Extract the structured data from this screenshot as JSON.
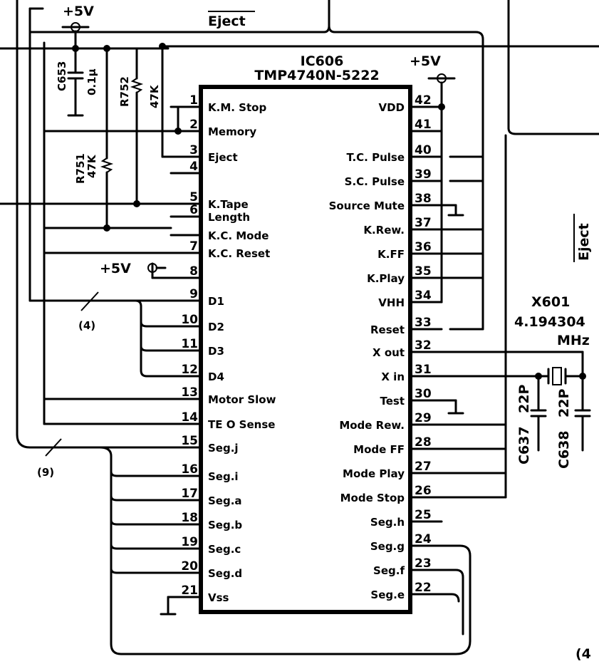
{
  "ic": {
    "ref": "IC606",
    "part": "TMP4740N-5222"
  },
  "power": {
    "vcc_top": "+5V",
    "vcc_right": "+5V",
    "vcc_left": "+5V"
  },
  "eject_top": "Eject",
  "eject_side": "Eject",
  "components": {
    "c653_ref": "C653",
    "c653_val": "0.1μ",
    "r752_ref": "R752",
    "r752_val": "47K",
    "r751_ref": "R751",
    "r751_val": "47K",
    "c637_ref": "C637",
    "c637_val": "22P",
    "c638_ref": "C638",
    "c638_val": "22P",
    "x601_ref": "X601",
    "x601_freq": "4.194304",
    "x601_unit": "MHz"
  },
  "bus": {
    "label_4": "(4)",
    "label_9": "(9)",
    "label_edge": "(4"
  },
  "left_pins": [
    {
      "num": "1",
      "name": "K.M. Stop"
    },
    {
      "num": "2",
      "name": "Memory"
    },
    {
      "num": "3",
      "name": "Eject"
    },
    {
      "num": "4",
      "name": ""
    },
    {
      "num": "5",
      "name": "K.Tape"
    },
    {
      "num": "6",
      "name": "Length"
    },
    {
      "num": "",
      "name": "K.C. Mode"
    },
    {
      "num": "7",
      "name": "K.C. Reset"
    },
    {
      "num": "8",
      "name": ""
    },
    {
      "num": "9",
      "name": "D1"
    },
    {
      "num": "10",
      "name": "D2"
    },
    {
      "num": "11",
      "name": "D3"
    },
    {
      "num": "12",
      "name": "D4"
    },
    {
      "num": "13",
      "name": "Motor Slow"
    },
    {
      "num": "14",
      "name": "TE O Sense"
    },
    {
      "num": "15",
      "name": "Seg.j"
    },
    {
      "num": "16",
      "name": "Seg.i"
    },
    {
      "num": "17",
      "name": "Seg.a"
    },
    {
      "num": "18",
      "name": "Seg.b"
    },
    {
      "num": "19",
      "name": "Seg.c"
    },
    {
      "num": "20",
      "name": "Seg.d"
    },
    {
      "num": "21",
      "name": "Vss"
    }
  ],
  "right_pins": [
    {
      "num": "42",
      "name": "VDD"
    },
    {
      "num": "41",
      "name": ""
    },
    {
      "num": "40",
      "name": "T.C. Pulse"
    },
    {
      "num": "39",
      "name": "S.C. Pulse"
    },
    {
      "num": "38",
      "name": "Source Mute"
    },
    {
      "num": "37",
      "name": "K.Rew."
    },
    {
      "num": "36",
      "name": "K.FF"
    },
    {
      "num": "35",
      "name": "K.Play"
    },
    {
      "num": "34",
      "name": "VHH"
    },
    {
      "num": "33",
      "name": "Reset"
    },
    {
      "num": "32",
      "name": "X out"
    },
    {
      "num": "31",
      "name": "X in"
    },
    {
      "num": "30",
      "name": "Test"
    },
    {
      "num": "29",
      "name": "Mode Rew."
    },
    {
      "num": "28",
      "name": "Mode FF"
    },
    {
      "num": "27",
      "name": "Mode Play"
    },
    {
      "num": "26",
      "name": "Mode Stop"
    },
    {
      "num": "25",
      "name": "Seg.h"
    },
    {
      "num": "24",
      "name": "Seg.g"
    },
    {
      "num": "23",
      "name": "Seg.f"
    },
    {
      "num": "22",
      "name": "Seg.e"
    }
  ]
}
